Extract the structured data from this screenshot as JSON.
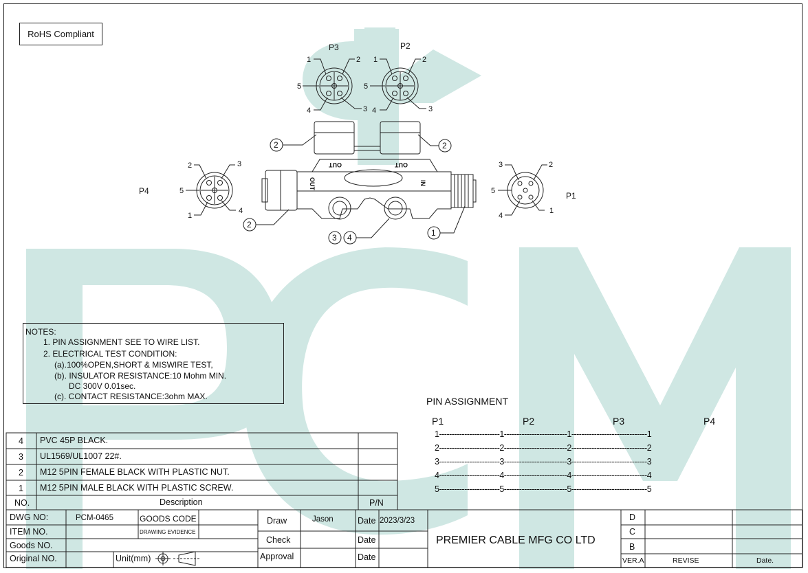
{
  "brand_color": "#cfe7e3",
  "watermark_text": "PCM",
  "rohs": "RoHS Compliant",
  "connectors": {
    "p3": {
      "label": "P3",
      "pins": [
        "1",
        "2",
        "5",
        "4",
        "3"
      ]
    },
    "p2": {
      "label": "P2",
      "pins": [
        "1",
        "2",
        "5",
        "4",
        "3"
      ]
    },
    "p4": {
      "label": "P4",
      "pins": [
        "2",
        "3",
        "5",
        "1",
        "4"
      ]
    },
    "p1": {
      "label": "P1",
      "pins": [
        "3",
        "2",
        "5",
        "4",
        "1"
      ]
    }
  },
  "body_labels": {
    "out_a": "OUT",
    "out_b": "OUT",
    "out_c": "OUT",
    "in": "IN"
  },
  "callouts": {
    "c2a": "2",
    "c2b": "2",
    "c2c": "2",
    "c1": "1",
    "c3": "3",
    "c4": "4"
  },
  "notes": {
    "title": "NOTES:",
    "lines": [
      "1. PIN ASSIGNMENT SEE TO WIRE LIST.",
      "2. ELECTRICAL TEST CONDITION:",
      "(a).100%OPEN,SHORT & MISWIRE TEST,",
      "(b). INSULATOR RESISTANCE:10 Mohm MIN.",
      "DC 300V 0.01sec.",
      "(c). CONTACT RESISTANCE:3ohm MAX."
    ]
  },
  "pin_assignment": {
    "title": "PIN  ASSIGNMENT",
    "headers": [
      "P1",
      "P2",
      "P3",
      "P4"
    ],
    "rows": [
      "1------------------------1-------------------------1------------------------------1",
      "2------------------------2-------------------------2------------------------------2",
      "3------------------------3-------------------------3------------------------------3",
      "4------------------------4-------------------------4------------------------------4",
      "5------------------------5-------------------------5------------------------------5"
    ]
  },
  "bom": {
    "rows": [
      {
        "no": "4",
        "desc": "PVC 45P BLACK.",
        "pn": ""
      },
      {
        "no": "3",
        "desc": "UL1569/UL1007 22#.",
        "pn": ""
      },
      {
        "no": "2",
        "desc": "M12 5PIN FEMALE  BLACK WITH PLASTIC NUT.",
        "pn": ""
      },
      {
        "no": "1",
        "desc": "M12 5PIN MALE  BLACK WITH PLASTIC SCREW.",
        "pn": ""
      }
    ],
    "header": {
      "no": "NO.",
      "desc": "Description",
      "pn": "P/N"
    }
  },
  "title_block": {
    "dwg_no_label": "DWG NO:",
    "dwg_no": "PCM-0465",
    "goods_code_label": "GOODS CODE",
    "item_no_label": "ITEM NO.",
    "drawing_evidence": "DRAWING EVIDENCE",
    "goods_no_label": "Goods NO.",
    "original_no_label": "Original NO.",
    "unit_label": "Unit(mm)",
    "draw_label": "Draw",
    "draw_name": "Jason",
    "check_label": "Check",
    "approval_label": "Approval",
    "date_label": "Date",
    "date_value": "2023/3/23",
    "company": "PREMIER CABLE MFG CO LTD",
    "rev_rows": [
      "D",
      "C",
      "B"
    ],
    "ver_label": "VER.A",
    "revise_label": "REVISE",
    "date_col_label": "Date."
  }
}
